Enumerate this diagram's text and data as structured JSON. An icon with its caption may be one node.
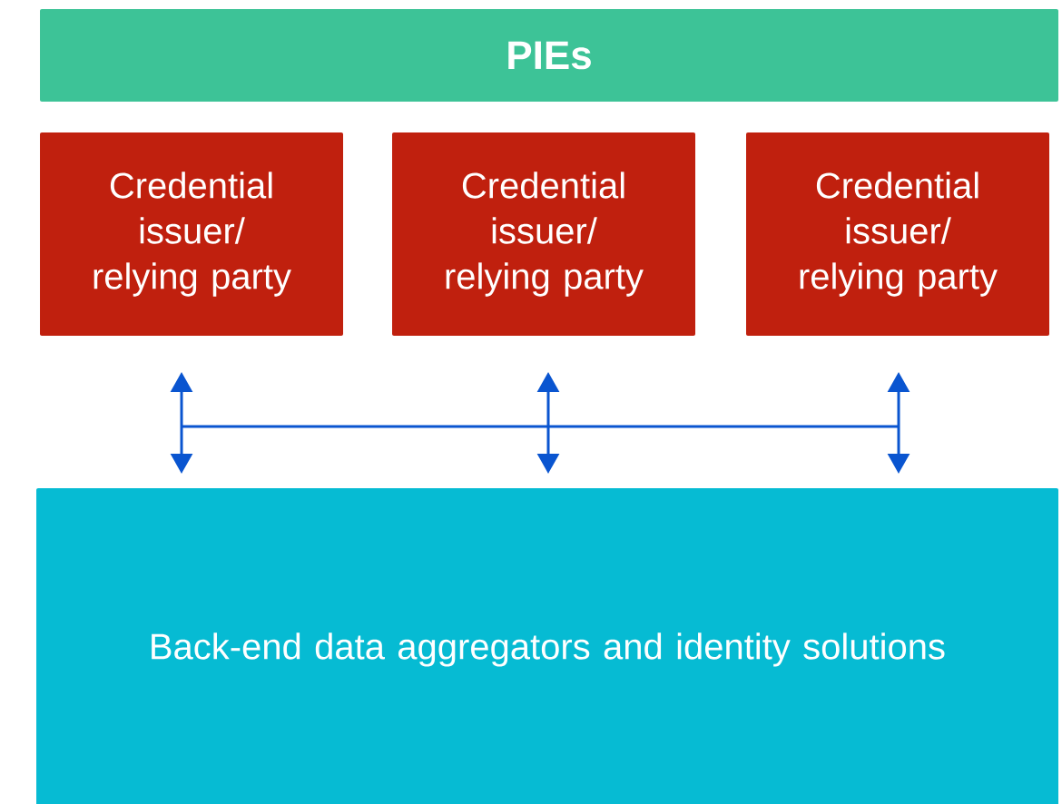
{
  "diagram": {
    "nodes": [
      {
        "text": [
          "PIEs"
        ]
      },
      {
        "text": [
          "Credential issuer/ relying party"
        ]
      },
      {
        "text": [
          "Credential issuer/ relying party"
        ]
      },
      {
        "text": [
          "Credential issuer/ relying party"
        ]
      },
      {
        "text": [
          "Back-end data aggregators and identity solutions"
        ]
      }
    ],
    "edges": [
      {
        "from": 1,
        "to": 4,
        "arrow": "both"
      },
      {
        "from": 2,
        "to": 4,
        "arrow": "both"
      },
      {
        "from": 3,
        "to": 4,
        "arrow": "both"
      }
    ]
  }
}
